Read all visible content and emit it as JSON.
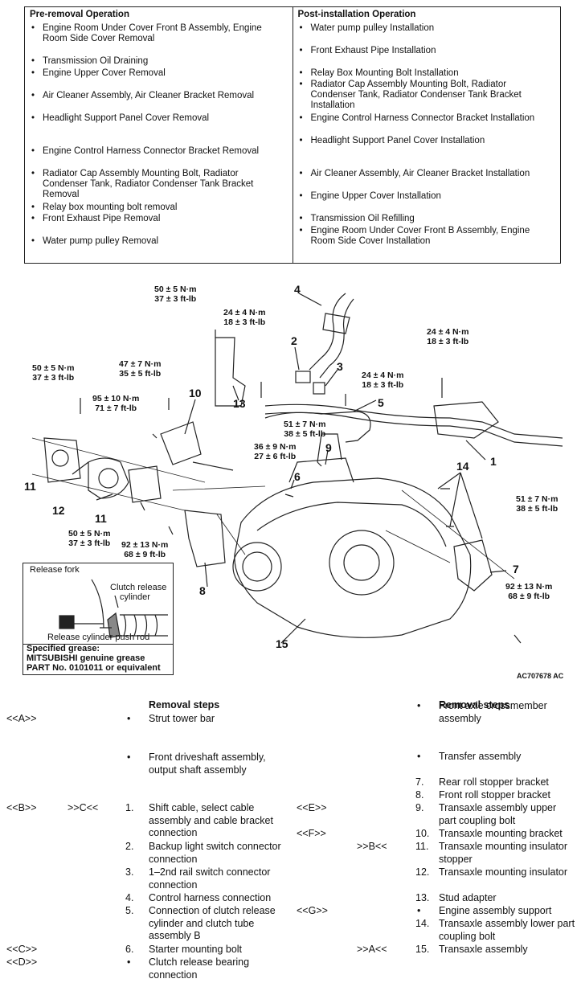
{
  "pre_removal": {
    "title": "Pre-removal Operation",
    "items": [
      "Engine Room Under Cover Front B Assembly, Engine Room Side Cover Removal",
      "Transmission Oil Draining",
      "Engine Upper Cover Removal",
      "Air Cleaner Assembly, Air Cleaner Bracket Removal",
      "Headlight Support Panel Cover Removal",
      "Engine Control Harness Connector Bracket Removal",
      "Radiator Cap Assembly Mounting Bolt, Radiator Condenser Tank, Radiator Condenser Tank Bracket Removal",
      "Relay box mounting bolt removal",
      "Front Exhaust Pipe Removal",
      "Water pump pulley Removal"
    ]
  },
  "post_installation": {
    "title": "Post-installation Operation",
    "items": [
      "Water pump pulley Installation",
      "Front Exhaust Pipe Installation",
      "Relay Box Mounting Bolt Installation",
      "Radiator Cap Assembly Mounting Bolt, Radiator Condenser Tank, Radiator Condenser Tank Bracket Installation",
      "Engine Control Harness Connector Bracket Installation",
      "Headlight Support Panel Cover Installation",
      "Air Cleaner Assembly, Air Cleaner Bracket Installation",
      "Engine Upper Cover Installation",
      "Transmission Oil Refilling",
      "Engine Room Under Cover Front B Assembly, Engine Room Side Cover Installation"
    ]
  },
  "torques": {
    "t50_37_a": [
      "50 ± 5 N·m",
      "37 ± 3 ft-lb"
    ],
    "t24_18_a": [
      "24 ± 4 N·m",
      "18 ± 3 ft-lb"
    ],
    "t24_18_b": [
      "24 ± 4 N·m",
      "18 ± 3 ft-lb"
    ],
    "t50_37_b": [
      "50 ± 5 N·m",
      "37 ± 3 ft-lb"
    ],
    "t47_35": [
      "47 ± 7 N·m",
      "35 ± 5 ft-lb"
    ],
    "t24_18_c": [
      "24 ± 4 N·m",
      "18 ± 3 ft-lb"
    ],
    "t95_71": [
      "95 ± 10 N·m",
      "71 ± 7 ft-lb"
    ],
    "t51_38_a": [
      "51 ± 7 N·m",
      "38 ± 5 ft-lb"
    ],
    "t36_27": [
      "36 ± 9 N·m",
      "27 ± 6 ft-lb"
    ],
    "t51_38_b": [
      "51 ± 7 N·m",
      "38 ± 5 ft-lb"
    ],
    "t50_37_c": [
      "50 ± 5 N·m",
      "37 ± 3 ft-lb"
    ],
    "t92_68_a": [
      "92 ± 13 N·m",
      "68 ± 9 ft-lb"
    ],
    "t92_68_b": [
      "92 ± 13 N·m",
      "68 ± 9 ft-lb"
    ]
  },
  "callouts": [
    "1",
    "2",
    "3",
    "4",
    "5",
    "6",
    "7",
    "8",
    "9",
    "10",
    "11",
    "11",
    "12",
    "13",
    "14",
    "15"
  ],
  "inset": {
    "release_fork": "Release fork",
    "clutch_release": "Clutch release",
    "cylinder": "cylinder",
    "push_rod": "Release cylinder push rod",
    "specified_grease": "Specified grease:",
    "grease_name": "MITSUBISHI genuine grease",
    "part_no": "PART No. 0101011 or equivalent"
  },
  "figure_code": "AC707678 AC",
  "removal_steps_heading": "Removal steps",
  "steps_left": [
    {
      "mark1": "<<A>>",
      "mark2": "",
      "num": "•",
      "text": "Strut tower bar"
    },
    {
      "mark1": "",
      "mark2": "",
      "num": "•",
      "text": "Front driveshaft assembly, output shaft assembly"
    },
    {
      "mark1": "<<B>>",
      "mark2": ">>C<<",
      "num": "1.",
      "text": "Shift cable, select cable assembly and cable bracket connection"
    },
    {
      "mark1": "",
      "mark2": "",
      "num": "2.",
      "text": "Backup light switch connector connection"
    },
    {
      "mark1": "",
      "mark2": "",
      "num": "3.",
      "text": "1–2nd rail switch connector connection"
    },
    {
      "mark1": "",
      "mark2": "",
      "num": "4.",
      "text": "Control harness connection"
    },
    {
      "mark1": "",
      "mark2": "",
      "num": "5.",
      "text": "Connection of clutch release cylinder and clutch tube assembly B"
    },
    {
      "mark1": "<<C>>",
      "mark2": "",
      "num": "6.",
      "text": "Starter mounting bolt"
    },
    {
      "mark1": "<<D>>",
      "mark2": "",
      "num": "•",
      "text": "Clutch release bearing connection"
    }
  ],
  "steps_right": [
    {
      "mark1": "",
      "mark2": "",
      "num": "•",
      "text": "Front axle crossmember assembly"
    },
    {
      "mark1": "",
      "mark2": "",
      "num": "•",
      "text": "Transfer assembly"
    },
    {
      "mark1": "",
      "mark2": "",
      "num": "7.",
      "text": "Rear roll stopper bracket"
    },
    {
      "mark1": "",
      "mark2": "",
      "num": "8.",
      "text": "Front roll stopper bracket"
    },
    {
      "mark1": "<<E>>",
      "mark2": "",
      "num": "9.",
      "text": "Transaxle assembly upper part coupling bolt"
    },
    {
      "mark1": "<<F>>",
      "mark2": "",
      "num": "10.",
      "text": "Transaxle mounting bracket"
    },
    {
      "mark1": "",
      "mark2": ">>B<<",
      "num": "11.",
      "text": "Transaxle mounting insulator stopper"
    },
    {
      "mark1": "",
      "mark2": "",
      "num": "12.",
      "text": "Transaxle mounting insulator"
    },
    {
      "mark1": "",
      "mark2": "",
      "num": "13.",
      "text": "Stud adapter"
    },
    {
      "mark1": "<<G>>",
      "mark2": "",
      "num": "•",
      "text": "Engine assembly support"
    },
    {
      "mark1": "",
      "mark2": "",
      "num": "14.",
      "text": "Transaxle assembly lower part coupling bolt"
    },
    {
      "mark1": "",
      "mark2": ">>A<<",
      "num": "15.",
      "text": "Transaxle assembly"
    }
  ]
}
